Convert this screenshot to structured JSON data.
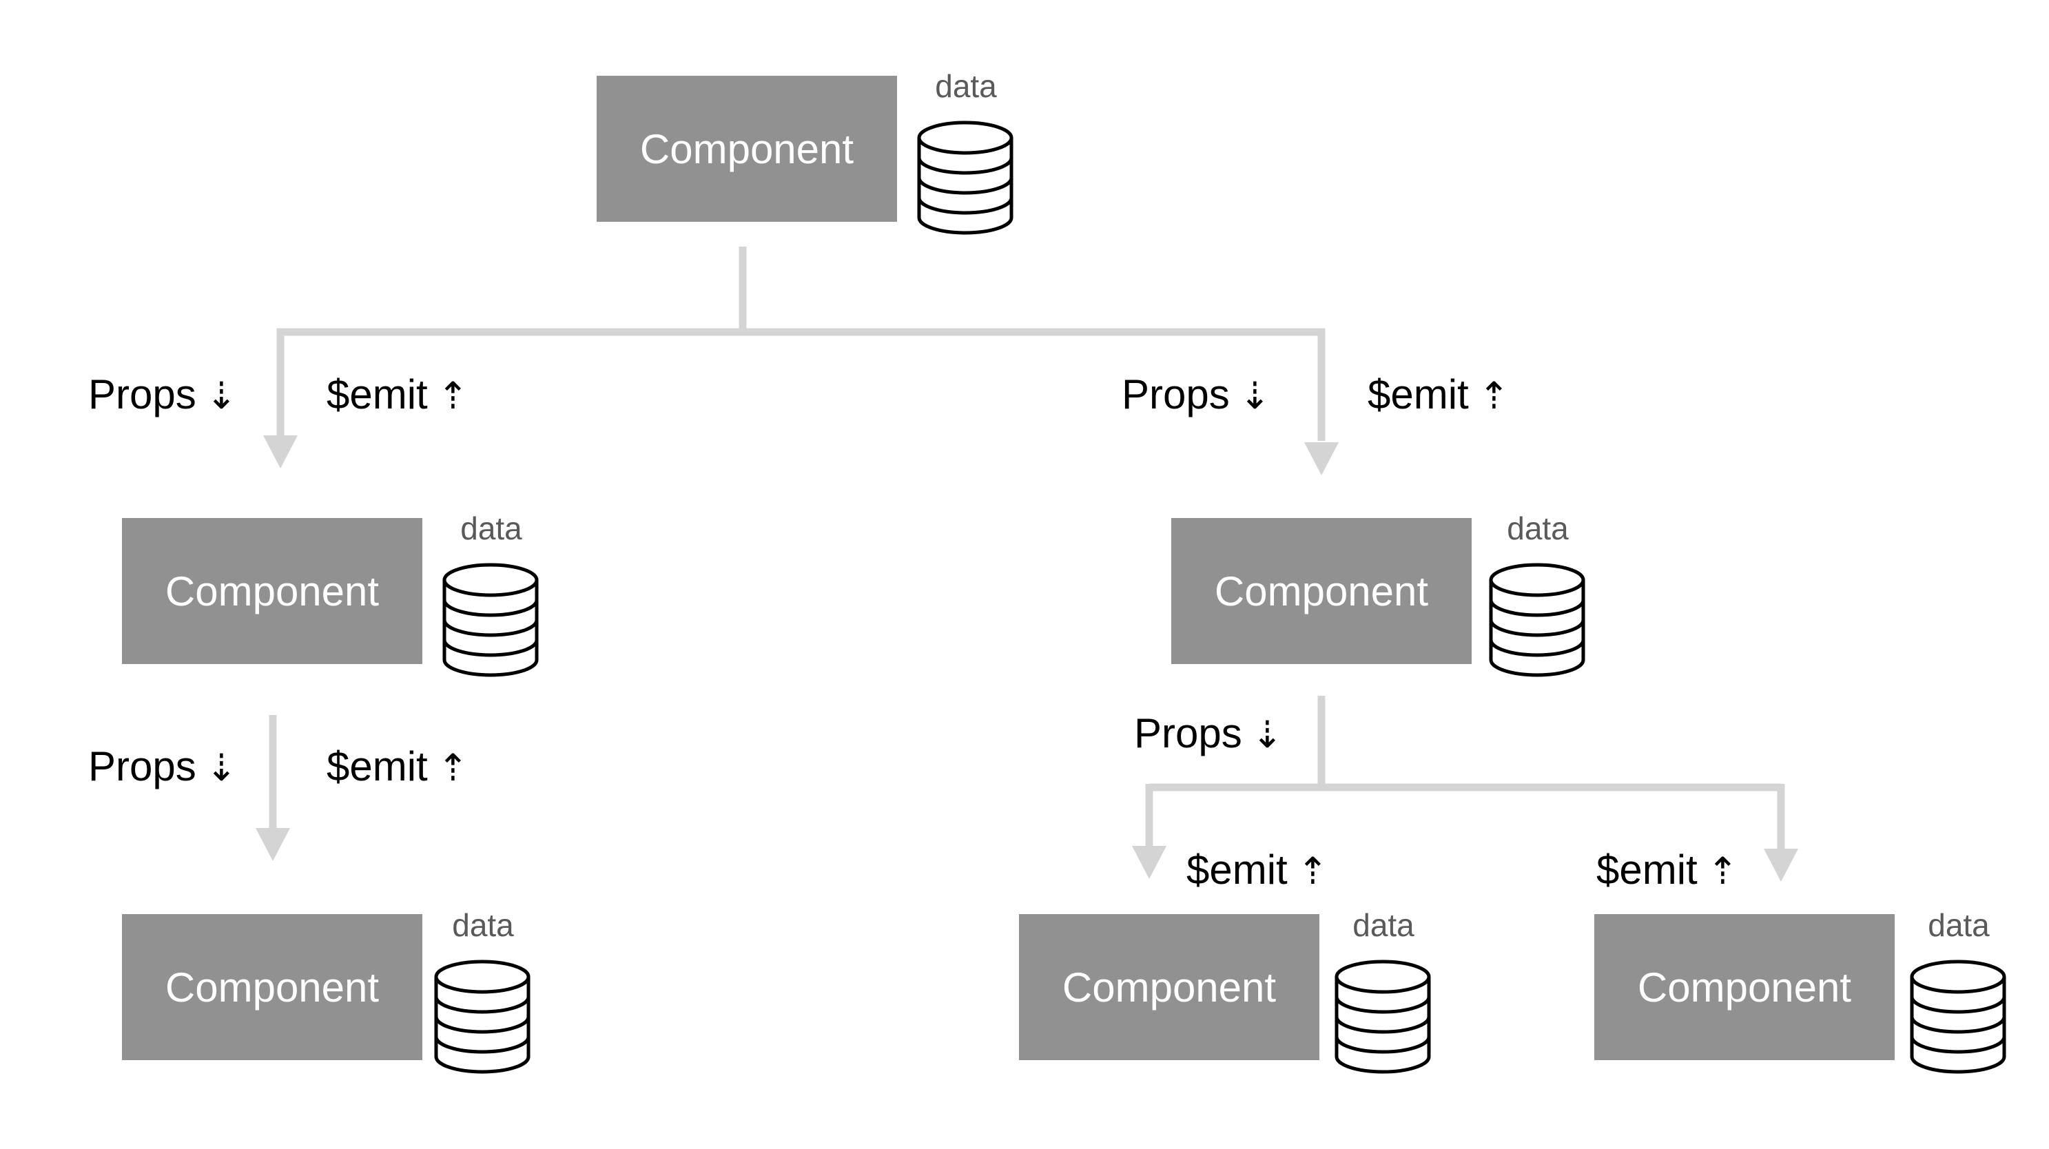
{
  "component_label": "Component",
  "data_label": "data",
  "props_label": "Props",
  "emit_label": "$emit",
  "down_arrow": "⇣",
  "up_arrow": "⇡",
  "colors": {
    "box": "#919191",
    "connector": "#d4d4d4",
    "data_label": "#5a5a5a",
    "text": "#000000"
  },
  "nodes": [
    {
      "id": "root"
    },
    {
      "id": "left-child"
    },
    {
      "id": "right-child"
    },
    {
      "id": "left-grandchild"
    },
    {
      "id": "right-grandchild-1"
    },
    {
      "id": "right-grandchild-2"
    }
  ]
}
